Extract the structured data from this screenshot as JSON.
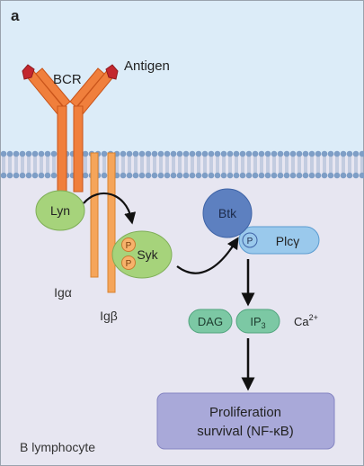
{
  "panel_label": "a",
  "labels": {
    "bcr": "BCR",
    "antigen": "Antigen",
    "lyn": "Lyn",
    "syk": "Syk",
    "btk": "Btk",
    "plcg": "Plcγ",
    "phospho": "P",
    "ig_alpha": "Igα",
    "ig_beta": "Igβ",
    "dag": "DAG",
    "ip3_main": "IP",
    "ip3_sub": "3",
    "ca_main": "Ca",
    "ca_sup": "2+",
    "outcome_line1": "Proliferation",
    "outcome_line2": "survival (NF-κB)",
    "cell": "B lymphocyte"
  },
  "colors": {
    "extracellular": "#dcecf8",
    "cytoplasm": "#e7e6f1",
    "receptor": "#f07f3c",
    "receptor_stroke": "#c9541a",
    "antigen_tip": "#c3272e",
    "igab": "#f5a55a",
    "lyn_syk": "#a6d37b",
    "btk": "#5d80c0",
    "plcg": "#9ac9ec",
    "phospho": "#f7b26b",
    "dag_ip3": "#7cc8a4",
    "outcome_box": "#a9a9d9",
    "membrane_head": "#7e9ec6"
  }
}
